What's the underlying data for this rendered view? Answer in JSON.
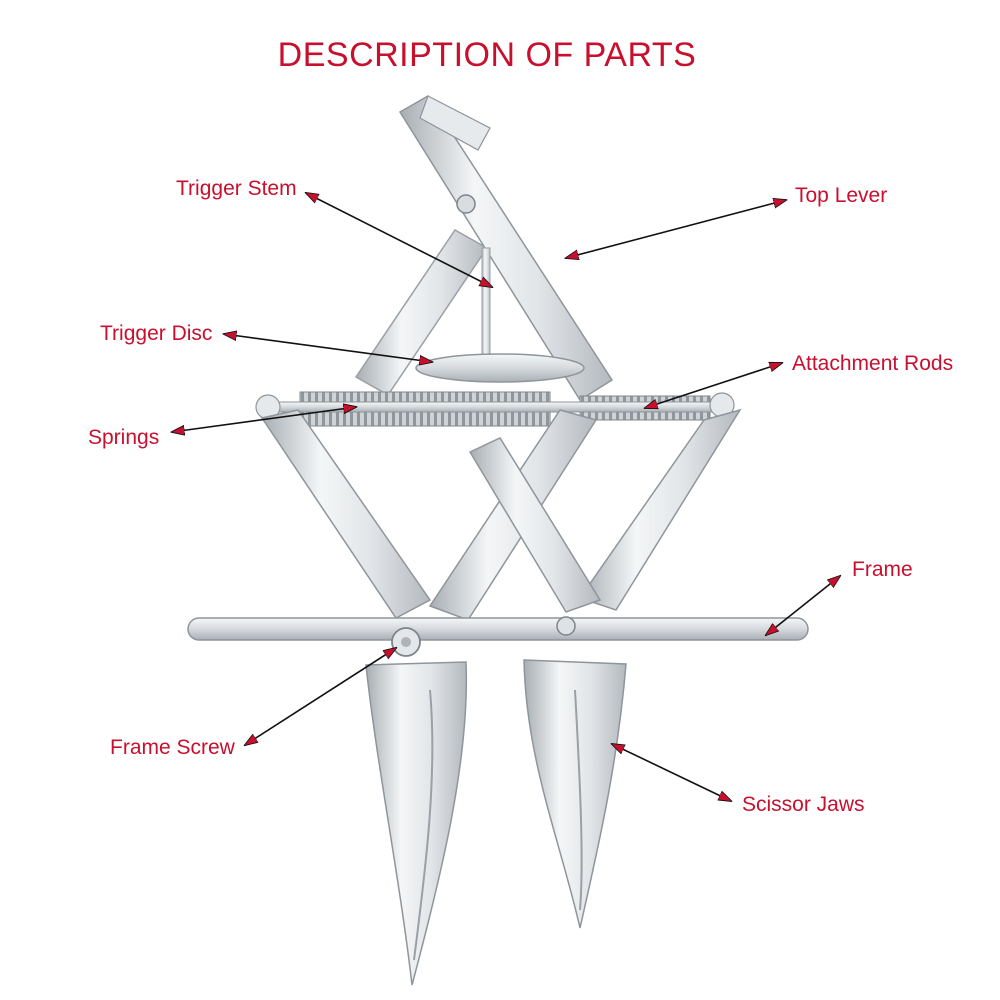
{
  "title": "DESCRIPTION OF PARTS",
  "labels": {
    "trigger_stem": "Trigger Stem",
    "top_lever": "Top Lever",
    "trigger_disc": "Trigger Disc",
    "attachment_rods": "Attachment Rods",
    "springs": "Springs",
    "frame": "Frame",
    "frame_screw": "Frame Screw",
    "scissor_jaws": "Scissor Jaws"
  },
  "colors": {
    "label_text": "#c8102e",
    "arrowhead": "#c8102e",
    "leader_line": "#111111",
    "metal_light": "#f1f3f4",
    "metal_mid": "#c9cdd1",
    "metal_dark": "#9aa0a6"
  }
}
